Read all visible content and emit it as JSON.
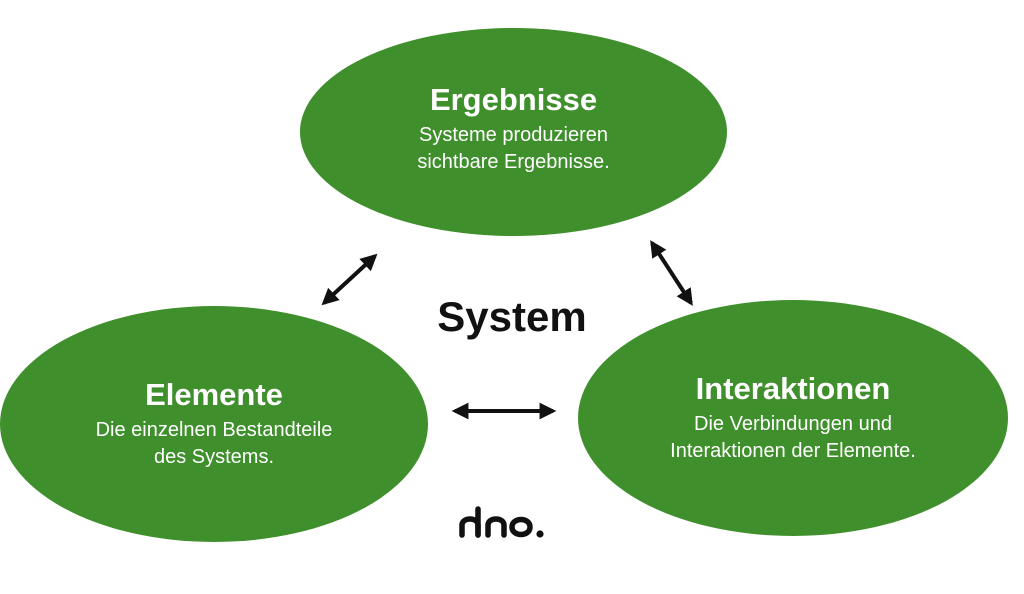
{
  "diagram": {
    "center": "System",
    "nodes": {
      "top": {
        "title": "Ergebnisse",
        "description": "Systeme produzieren\nsichtbare Ergebnisse."
      },
      "left": {
        "title": "Elemente",
        "description": "Die einzelnen Bestandteile\ndes  Systems."
      },
      "right": {
        "title": "Interaktionen",
        "description": "Die Verbindungen und\nInteraktionen der Elemente."
      }
    },
    "connections": [
      {
        "from": "left",
        "to": "top",
        "type": "bidirectional"
      },
      {
        "from": "top",
        "to": "right",
        "type": "bidirectional"
      },
      {
        "from": "left",
        "to": "right",
        "type": "bidirectional"
      }
    ],
    "colors": {
      "node_fill": "#3f8f2c",
      "node_text": "#ffffff",
      "arrow": "#111111"
    },
    "logo": {
      "text": "dno."
    }
  }
}
